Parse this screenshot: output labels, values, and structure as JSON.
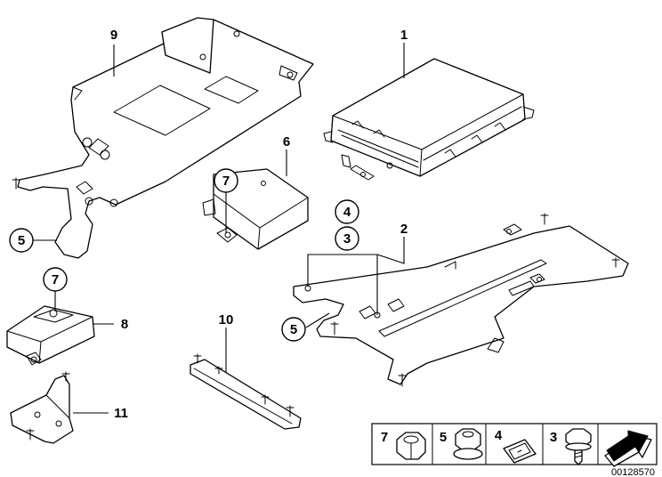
{
  "diagram": {
    "callouts": {
      "c1": "1",
      "c2": "2",
      "c3": "3",
      "c4": "4",
      "c5a": "5",
      "c5b": "5",
      "c6": "6",
      "c7a": "7",
      "c7b": "7",
      "c8": "8",
      "c9": "9",
      "c10": "10",
      "c11": "11"
    },
    "legend": {
      "items": [
        {
          "number": "7",
          "icon": "hex-nut-icon"
        },
        {
          "number": "5",
          "icon": "flange-nut-icon"
        },
        {
          "number": "4",
          "icon": "spring-clip-icon"
        },
        {
          "number": "3",
          "icon": "screw-icon"
        },
        {
          "number": "",
          "icon": "arrow-icon"
        }
      ]
    },
    "drawing_code": "00128570"
  }
}
